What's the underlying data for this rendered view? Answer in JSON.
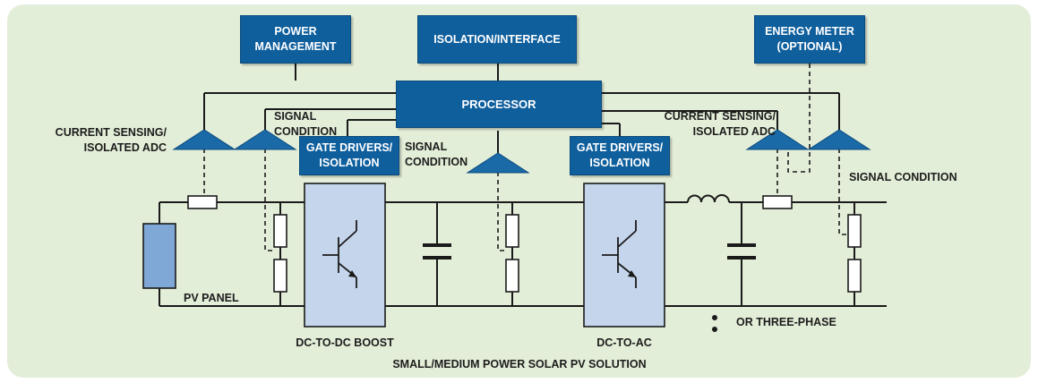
{
  "blocks": {
    "power_management": [
      "POWER",
      "MANAGEMENT"
    ],
    "isolation_interface": "ISOLATION/INTERFACE",
    "energy_meter": [
      "ENERGY METER",
      "(OPTIONAL)"
    ],
    "processor": "PROCESSOR",
    "gate_drivers_left": [
      "GATE DRIVERS/",
      "ISOLATION"
    ],
    "gate_drivers_right": [
      "GATE DRIVERS/",
      "ISOLATION"
    ]
  },
  "labels": {
    "current_sensing_left": [
      "CURRENT SENSING/",
      "ISOLATED ADC"
    ],
    "signal_condition_top": [
      "SIGNAL",
      "CONDITION"
    ],
    "signal_condition_mid": [
      "SIGNAL",
      "CONDITION"
    ],
    "current_sensing_right": [
      "CURRENT SENSING/",
      "ISOLATED ADC"
    ],
    "signal_condition_right": "SIGNAL CONDITION",
    "pv_panel": "PV PANEL",
    "dc_dc_boost": "DC-TO-DC BOOST",
    "dc_ac": "DC-TO-AC",
    "three_phase": "OR THREE-PHASE",
    "caption": "SMALL/MEDIUM POWER SOLAR PV SOLUTION"
  },
  "colors": {
    "background": "#e3eed8",
    "block_fill": "#0f5f9d",
    "converter_fill": "#c5d6ec",
    "pv_panel_fill": "#7fa8d6",
    "wire": "#1a1a1a"
  }
}
